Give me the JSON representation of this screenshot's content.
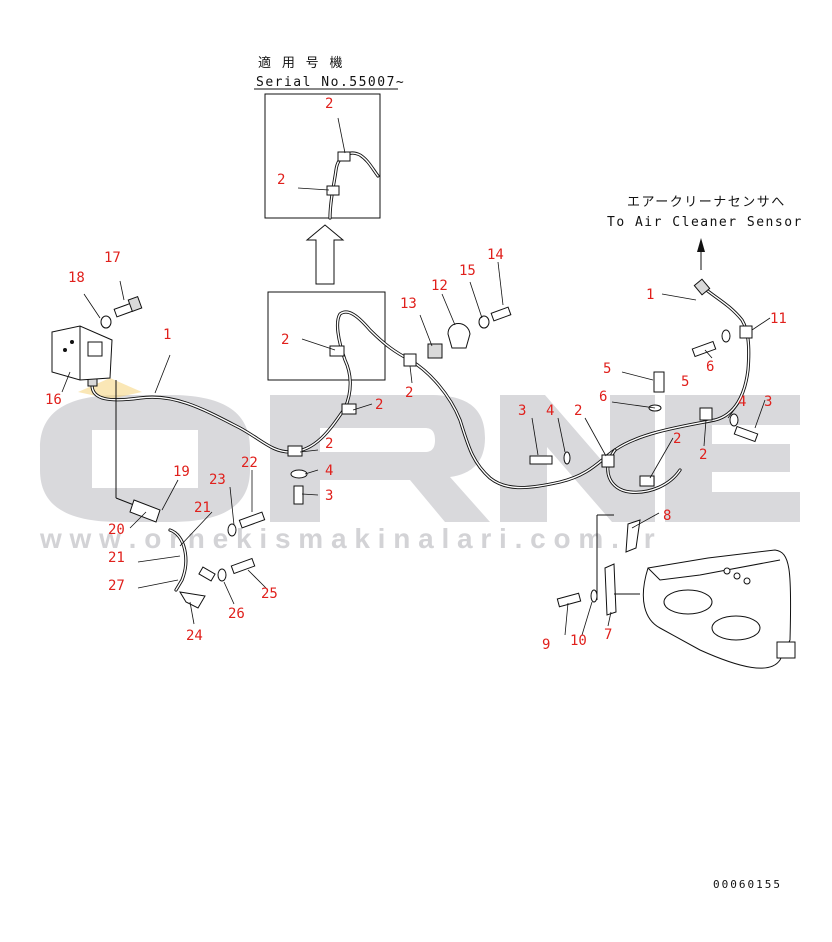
{
  "watermark": {
    "brand": "ORNEK",
    "url": "w w w . o r n e k i s m a k i n a l a r i . c o m . t r"
  },
  "notes": {
    "serial_jp": "適 用 号 機",
    "serial_en": "Serial No.55007~",
    "destination_jp": "エアークリーナセンサへ",
    "destination_en": "To Air Cleaner Sensor",
    "drawing_number": "00060155"
  },
  "colors": {
    "callout": "#e0201c",
    "line": "#111111",
    "watermark": "#d9d9dc",
    "watermark_accent": "#f5d37a"
  },
  "callouts": {
    "c2_inset_top": "2",
    "c2_inset_mid": "2",
    "c2_box": "2",
    "c17": "17",
    "c18": "18",
    "c1_left": "1",
    "c16": "16",
    "c2_a": "2",
    "c2_b": "2",
    "c4_a": "4",
    "c3_a": "3",
    "c19": "19",
    "c20": "20",
    "c21_a": "21",
    "c21_b": "21",
    "c22": "22",
    "c23": "23",
    "c27": "27",
    "c25": "25",
    "c26": "26",
    "c24": "24",
    "c13": "13",
    "c12": "12",
    "c15": "15",
    "c14": "14",
    "c2_c": "2",
    "c3_b": "3",
    "c4_b": "4",
    "c2_d": "2",
    "c6_a": "6",
    "c5_a": "5",
    "c2_e": "2",
    "c8": "8",
    "c9": "9",
    "c10": "10",
    "c7": "7",
    "c1_right": "1",
    "c11": "11",
    "c5_b": "5",
    "c6_b": "6",
    "c4_c": "4",
    "c3_c": "3",
    "c2_f": "2"
  }
}
